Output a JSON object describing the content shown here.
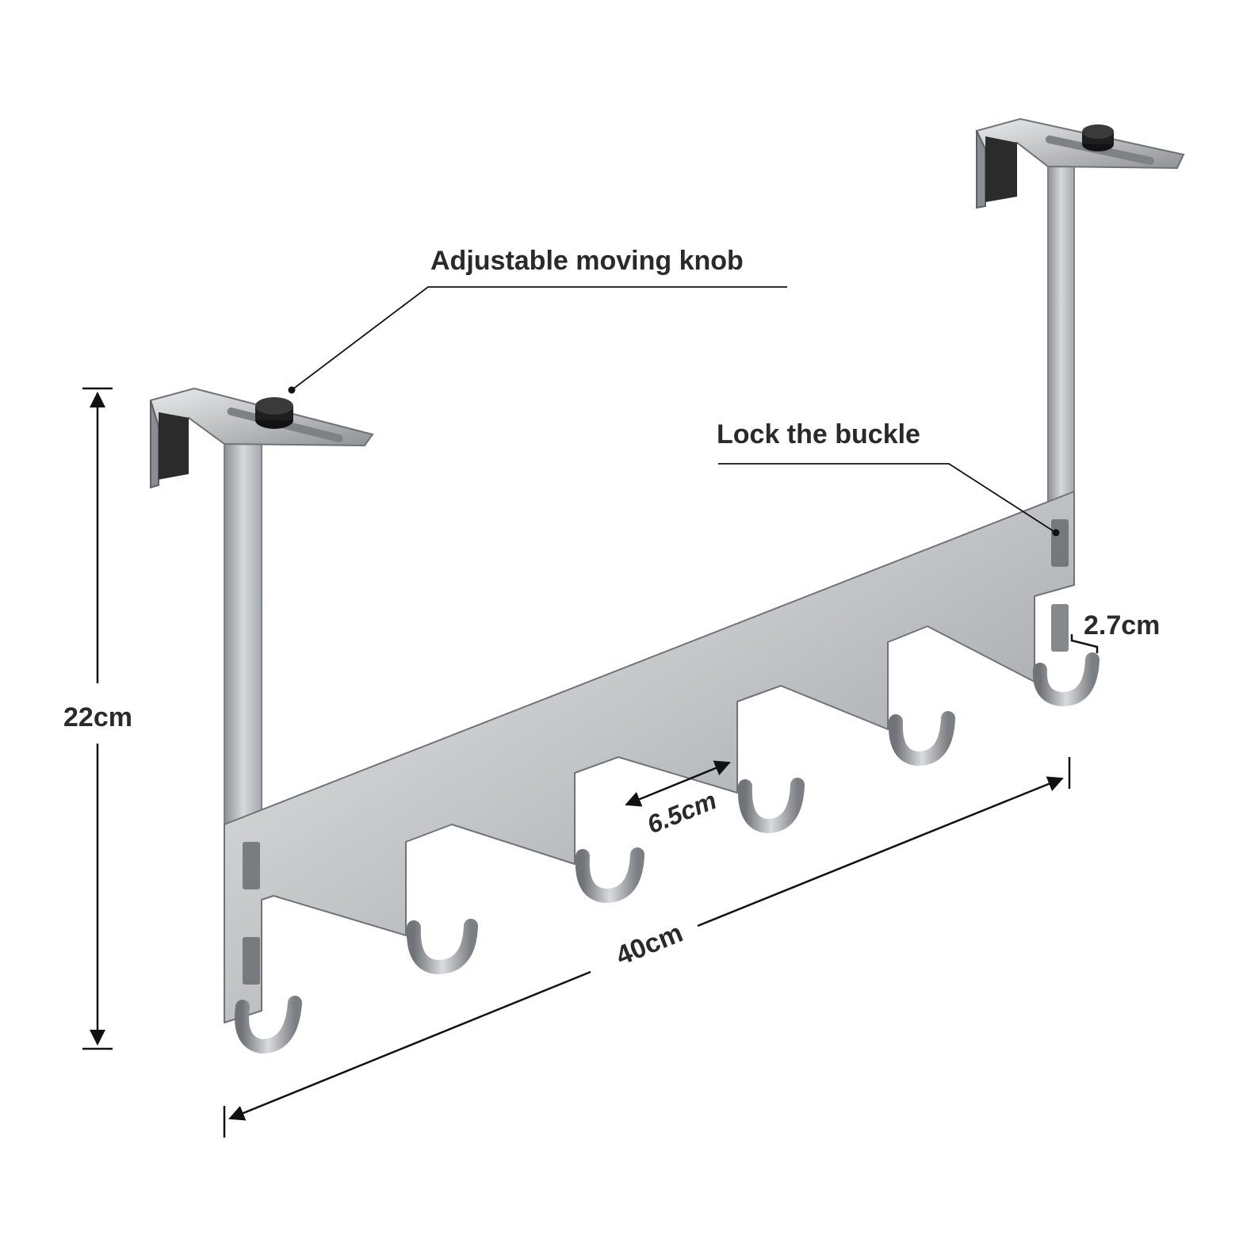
{
  "labels": {
    "knob": "Adjustable moving knob",
    "buckle": "Lock the buckle"
  },
  "dimensions": {
    "height": "22cm",
    "width": "40cm",
    "hook_spacing": "6.5cm",
    "hook_depth": "2.7cm"
  },
  "product": {
    "hook_count": 6,
    "material_color": "#b9bcbf",
    "pad_color": "#2b2b2b",
    "knob_color": "#1e1e1e"
  }
}
